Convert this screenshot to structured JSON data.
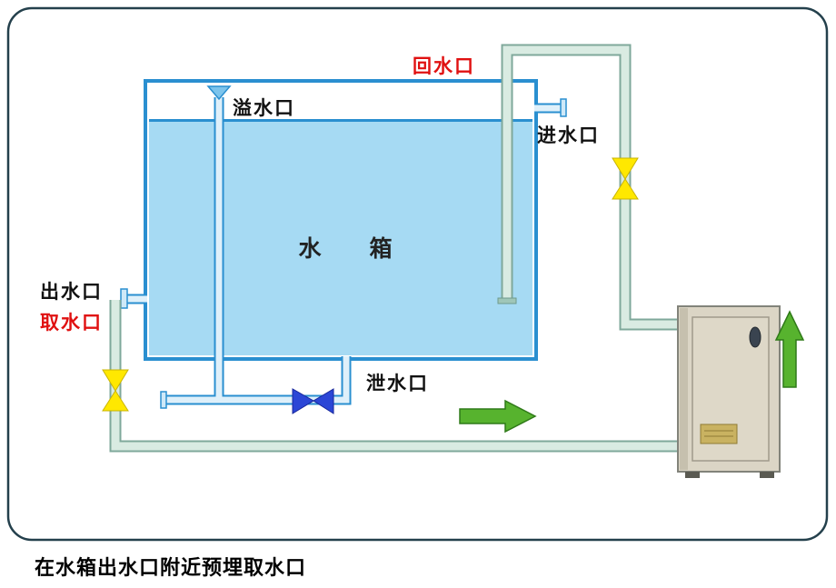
{
  "diagram": {
    "tank_label": "水　箱",
    "ports": {
      "overflow": "溢水口",
      "return_port": "回水口",
      "inlet": "进水口",
      "outlet": "出水口",
      "intake": "取水口",
      "drain": "泄水口"
    },
    "caption": "在水箱出水口附近预埋取水口",
    "colors": {
      "water": "#a6daf3",
      "tank_border": "#2a8fd0",
      "pipe_fill": "#d9ebe2",
      "pipe_outline": "#7fa89b",
      "blue_pipe_fill": "#dff0fa",
      "valve_yellow": "#ffe800",
      "valve_blue": "#2b46d6",
      "arrow_green": "#57b32e",
      "label_red": "#e01111",
      "heater_body": "#dbd5c5"
    }
  }
}
